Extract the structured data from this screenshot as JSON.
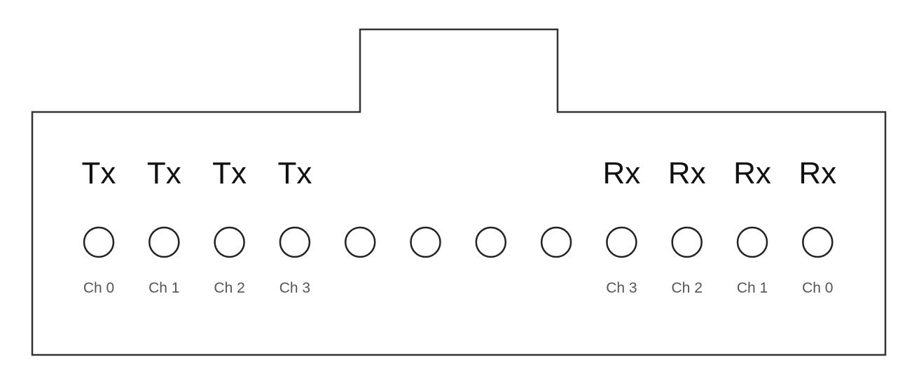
{
  "connector": {
    "ports": [
      {
        "type": "Tx",
        "channel": "Ch 0"
      },
      {
        "type": "Tx",
        "channel": "Ch 1"
      },
      {
        "type": "Tx",
        "channel": "Ch 2"
      },
      {
        "type": "Tx",
        "channel": "Ch 3"
      },
      {
        "type": "",
        "channel": ""
      },
      {
        "type": "",
        "channel": ""
      },
      {
        "type": "",
        "channel": ""
      },
      {
        "type": "",
        "channel": ""
      },
      {
        "type": "Rx",
        "channel": "Ch 3"
      },
      {
        "type": "Rx",
        "channel": "Ch 2"
      },
      {
        "type": "Rx",
        "channel": "Ch 1"
      },
      {
        "type": "Rx",
        "channel": "Ch 0"
      }
    ]
  },
  "colors": {
    "outline": "#333333",
    "port_stroke": "#222222",
    "label_text": "#111111",
    "channel_text": "#555555",
    "background": "#ffffff"
  }
}
